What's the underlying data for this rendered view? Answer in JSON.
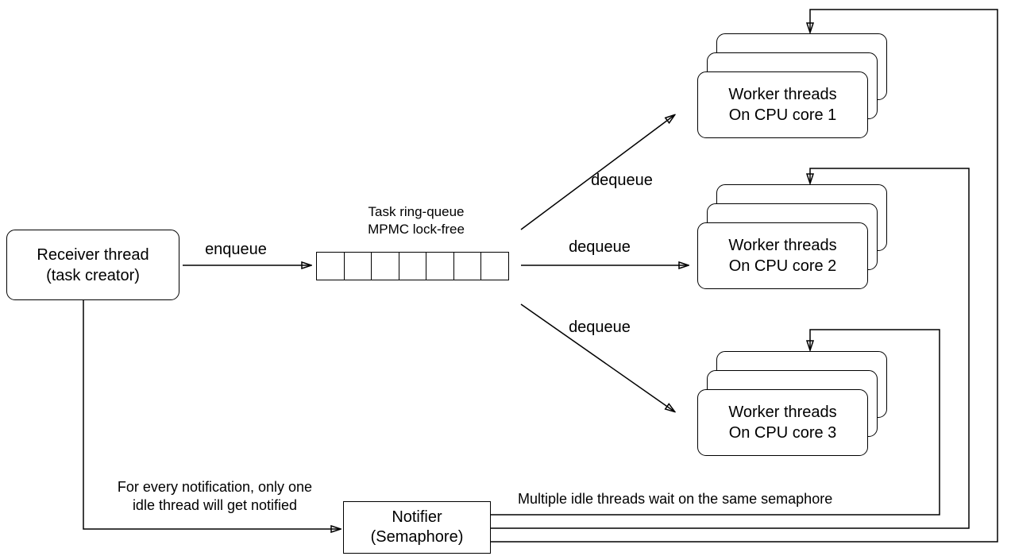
{
  "receiver": {
    "line1": "Receiver thread",
    "line2": "(task creator)"
  },
  "labels": {
    "enqueue": "enqueue",
    "dequeue_1": "dequeue",
    "dequeue_2": "dequeue",
    "dequeue_3": "dequeue"
  },
  "queue": {
    "title_line1": "Task ring-queue",
    "title_line2": "MPMC lock-free",
    "cell_count": 7
  },
  "workers": [
    {
      "line1": "Worker threads",
      "line2": "On CPU core 1"
    },
    {
      "line1": "Worker threads",
      "line2": "On CPU core 2"
    },
    {
      "line1": "Worker threads",
      "line2": "On CPU core 3"
    }
  ],
  "notifier": {
    "line1": "Notifier",
    "line2": "(Semaphore)"
  },
  "notes": {
    "notification_line1": "For every notification, only one",
    "notification_line2": "idle thread will get notified",
    "semaphore": "Multiple idle threads wait on the same semaphore"
  },
  "colors": {
    "stroke": "#000000",
    "background": "#ffffff"
  }
}
